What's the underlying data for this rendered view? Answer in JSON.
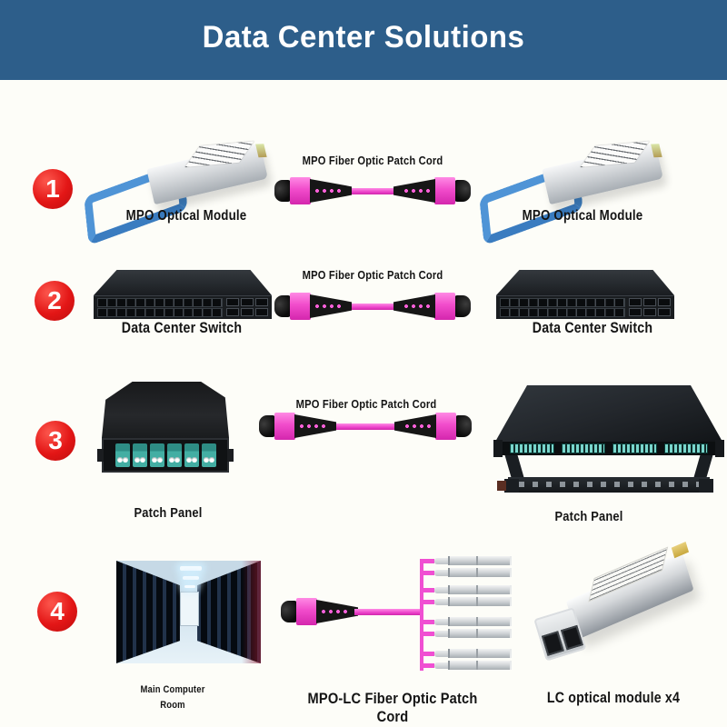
{
  "header": {
    "title": "Data Center Solutions"
  },
  "colors": {
    "header_bg": "#2d5e8a",
    "page_bg": "#fdfdf8",
    "badge_red": "#e31616",
    "cord_magenta": "#ef41ca",
    "adapter_aqua": "#43aea3",
    "module_blue": "#4f94d6",
    "text": "#141414"
  },
  "steps": [
    {
      "number": "1",
      "left_label": "MPO Optical Module",
      "cable_label": "MPO Fiber Optic Patch Cord",
      "right_label": "MPO Optical Module"
    },
    {
      "number": "2",
      "left_label": "Data Center Switch",
      "cable_label": "MPO Fiber Optic Patch Cord",
      "right_label": "Data Center Switch"
    },
    {
      "number": "3",
      "left_label": "Patch Panel",
      "cable_label": "MPO Fiber Optic Patch Cord",
      "right_label": "Patch Panel"
    },
    {
      "number": "4",
      "left_label_line1": "Main Computer",
      "left_label_line2": "Room",
      "cable_label": "MPO-LC Fiber Optic Patch Cord",
      "right_label": "LC optical module x4"
    }
  ]
}
